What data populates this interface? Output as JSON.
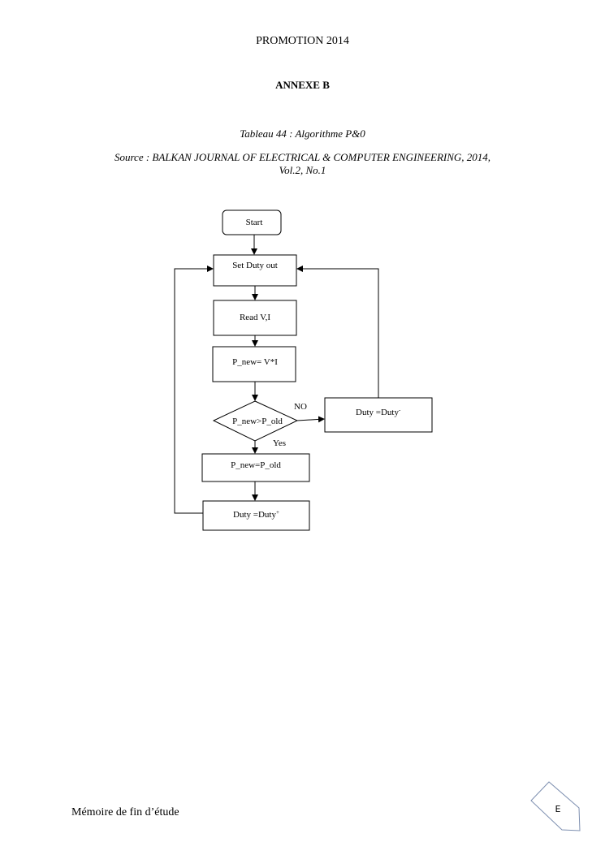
{
  "header": "PROMOTION 2014",
  "annex_title": "ANNEXE B",
  "caption": "Tableau 44 : Algorithme P&0",
  "source_line1": "Source : BALKAN JOURNAL OF ELECTRICAL & COMPUTER ENGINEERING, 2014,",
  "source_line2": "Vol.2, No.1",
  "flowchart": {
    "start": "Start",
    "set_duty": "Set Duty out",
    "read": "Read V,I",
    "compute": "P_new= V*I",
    "decision": "P_new>P_old",
    "no_label": "NO",
    "yes_label": "Yes",
    "duty_dec": "Duty =Duty",
    "dec_sup": "-",
    "assign": "P_new=P_old",
    "duty_inc": "Duty =Duty",
    "inc_sup": "+"
  },
  "footer": "Mémoire de fin d’étude",
  "page_badge": "E"
}
